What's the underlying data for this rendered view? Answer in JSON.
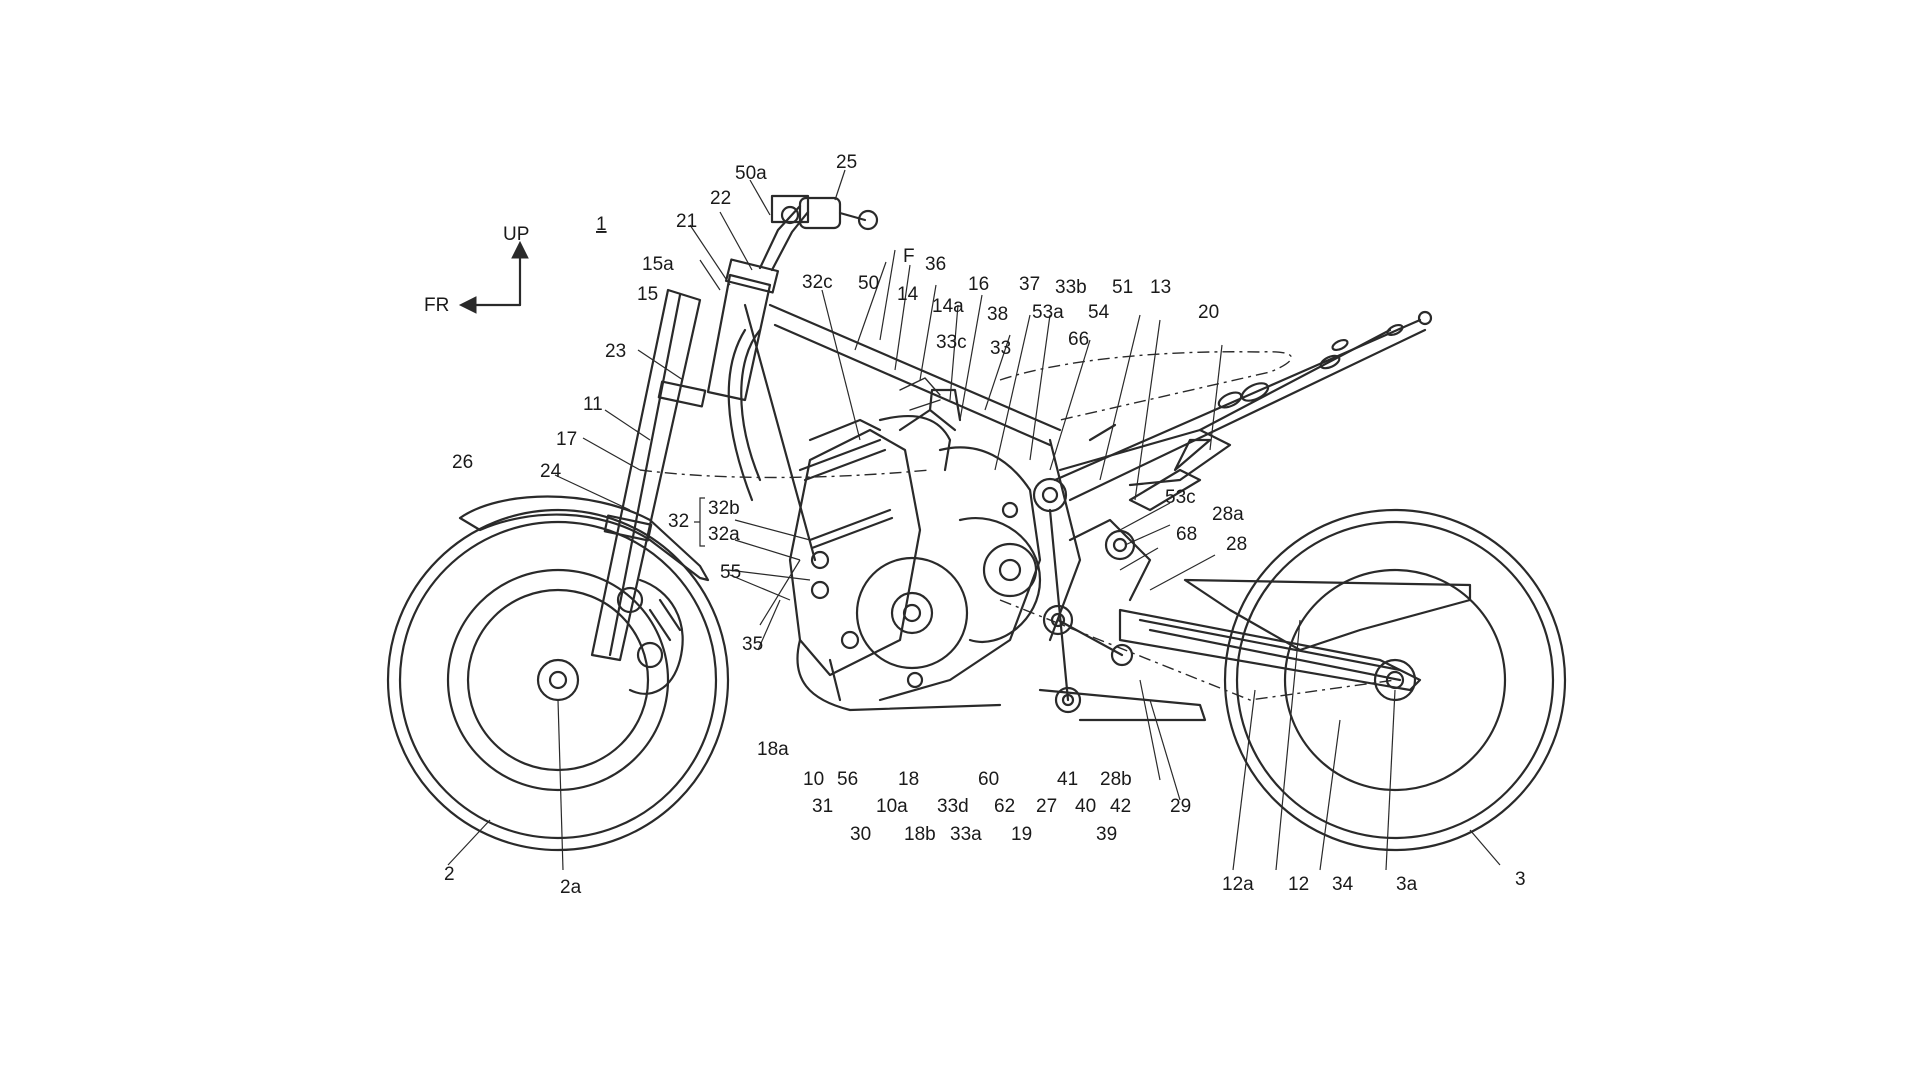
{
  "diagram": {
    "orientation": {
      "up": "UP",
      "front": "FR"
    },
    "figure_ref": "1",
    "labels": {
      "f": "F",
      "n2": "2",
      "n2a": "2a",
      "n3": "3",
      "n3a": "3a",
      "n10": "10",
      "n10a": "10a",
      "n11": "11",
      "n12": "12",
      "n12a": "12a",
      "n13": "13",
      "n14": "14",
      "n14a": "14a",
      "n15": "15",
      "n15a": "15a",
      "n16": "16",
      "n17": "17",
      "n18": "18",
      "n18a": "18a",
      "n18b": "18b",
      "n19": "19",
      "n20": "20",
      "n21": "21",
      "n22": "22",
      "n23": "23",
      "n24": "24",
      "n25": "25",
      "n26": "26",
      "n27": "27",
      "n28": "28",
      "n28a": "28a",
      "n28b": "28b",
      "n29": "29",
      "n30": "30",
      "n31": "31",
      "n32": "32",
      "n32a": "32a",
      "n32b": "32b",
      "n32c": "32c",
      "n33": "33",
      "n33a": "33a",
      "n33b": "33b",
      "n33c": "33c",
      "n33d": "33d",
      "n34": "34",
      "n35": "35",
      "n36": "36",
      "n37": "37",
      "n38": "38",
      "n39": "39",
      "n40": "40",
      "n41": "41",
      "n42": "42",
      "n50": "50",
      "n50a": "50a",
      "n51": "51",
      "n53a": "53a",
      "n53c": "53c",
      "n54": "54",
      "n55": "55",
      "n56": "56",
      "n60": "60",
      "n62": "62",
      "n66": "66",
      "n68": "68"
    }
  }
}
